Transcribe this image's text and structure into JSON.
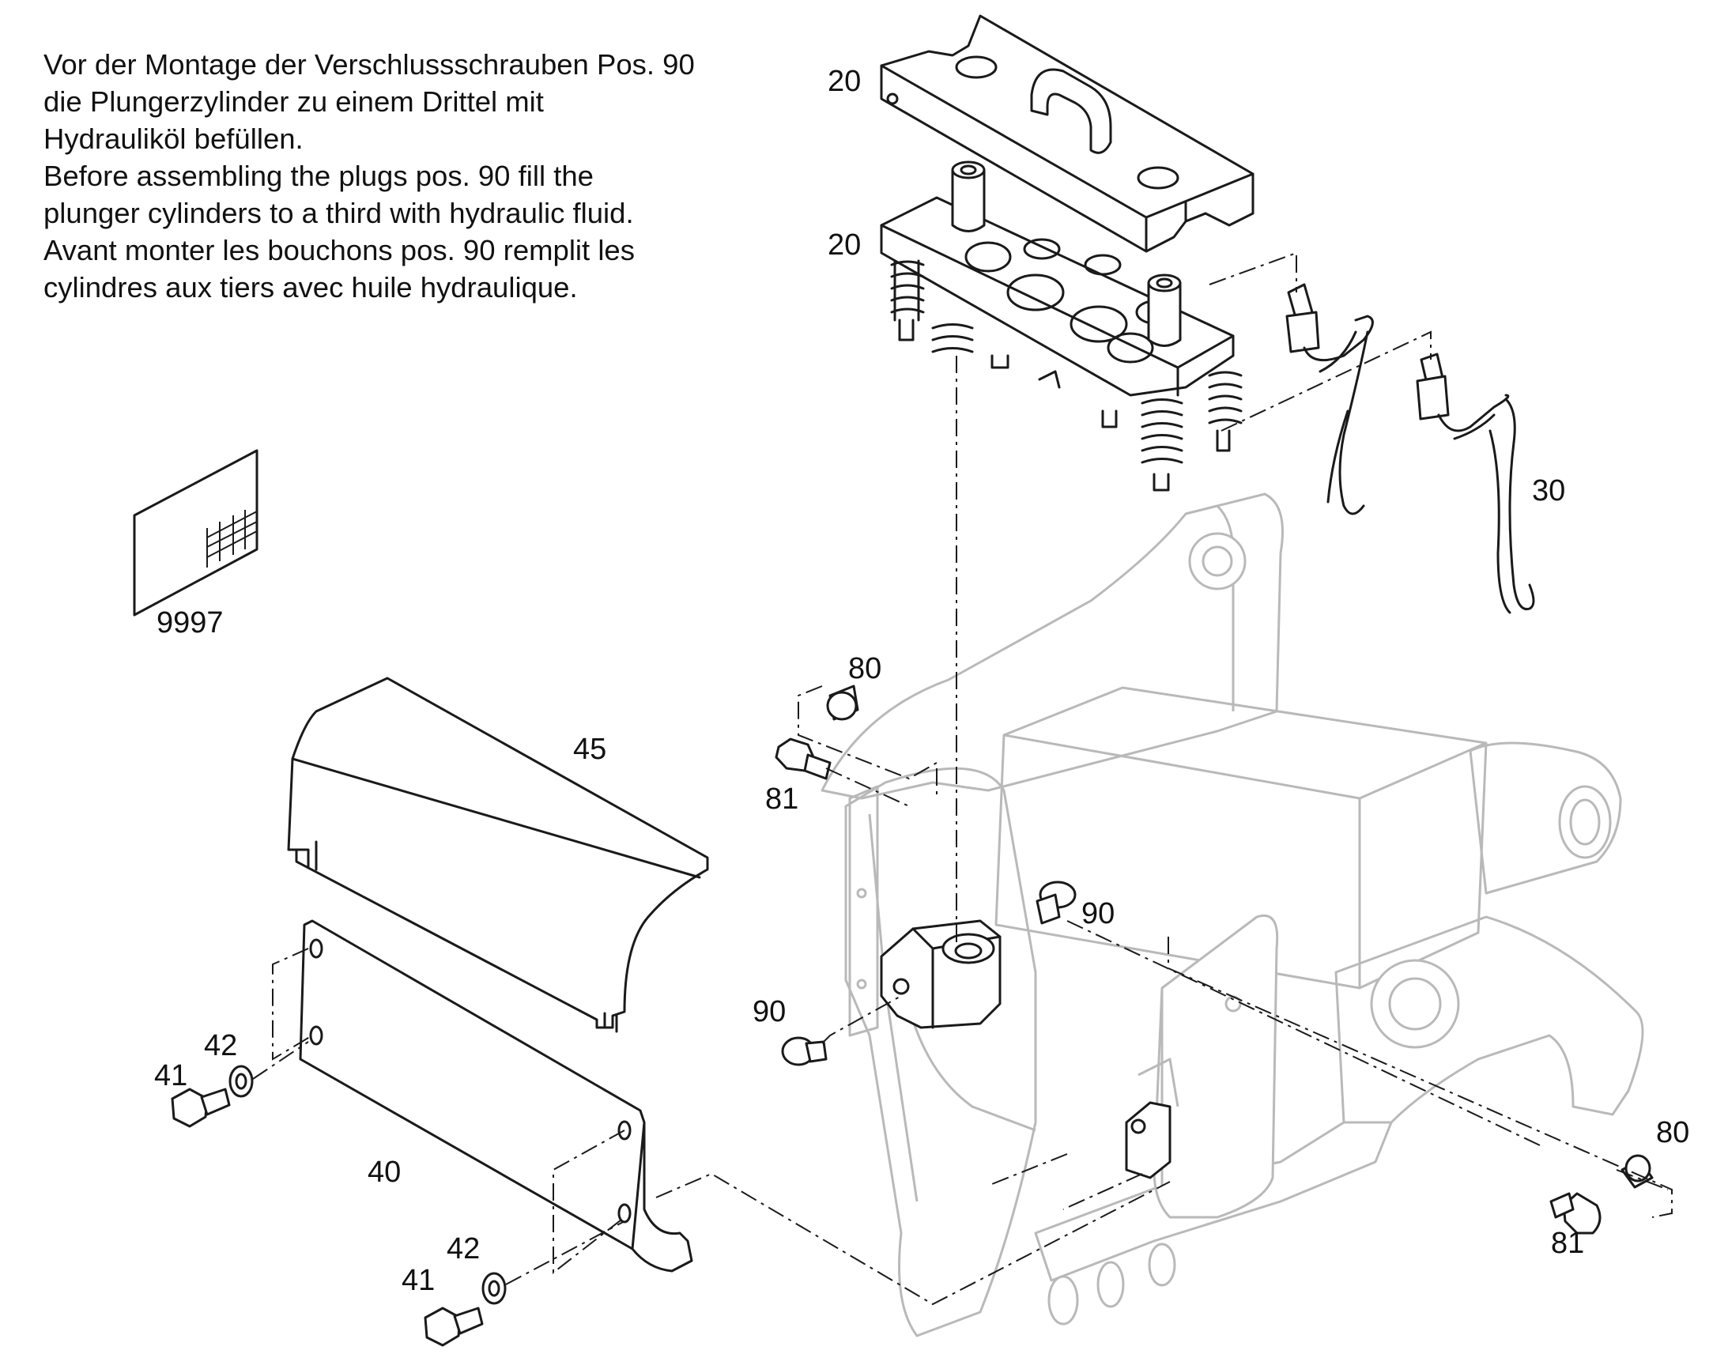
{
  "note": {
    "de_line1": "Vor der Montage der Verschlussschrauben Pos. 90",
    "de_line2": "die Plungerzylinder zu einem Drittel mit",
    "de_line3": "Hydrauliköl befüllen.",
    "en_line1": "Before assembling the plugs pos. 90 fill the",
    "en_line2": "plunger cylinders to a third with hydraulic fluid.",
    "fr_line1": "Avant monter les bouchons pos. 90 remplit les",
    "fr_line2": "cylindres aux tiers avec huile hydraulique."
  },
  "positions": {
    "p20_top": "20",
    "p20_block": "20",
    "p30": "30",
    "p9997": "9997",
    "p45": "45",
    "p80_left": "80",
    "p81_left": "81",
    "p90_right": "90",
    "p90_left": "90",
    "p42_top": "42",
    "p41_top": "41",
    "p40": "40",
    "p42_bottom": "42",
    "p41_bottom": "41",
    "p80_right": "80",
    "p81_right": "81"
  }
}
